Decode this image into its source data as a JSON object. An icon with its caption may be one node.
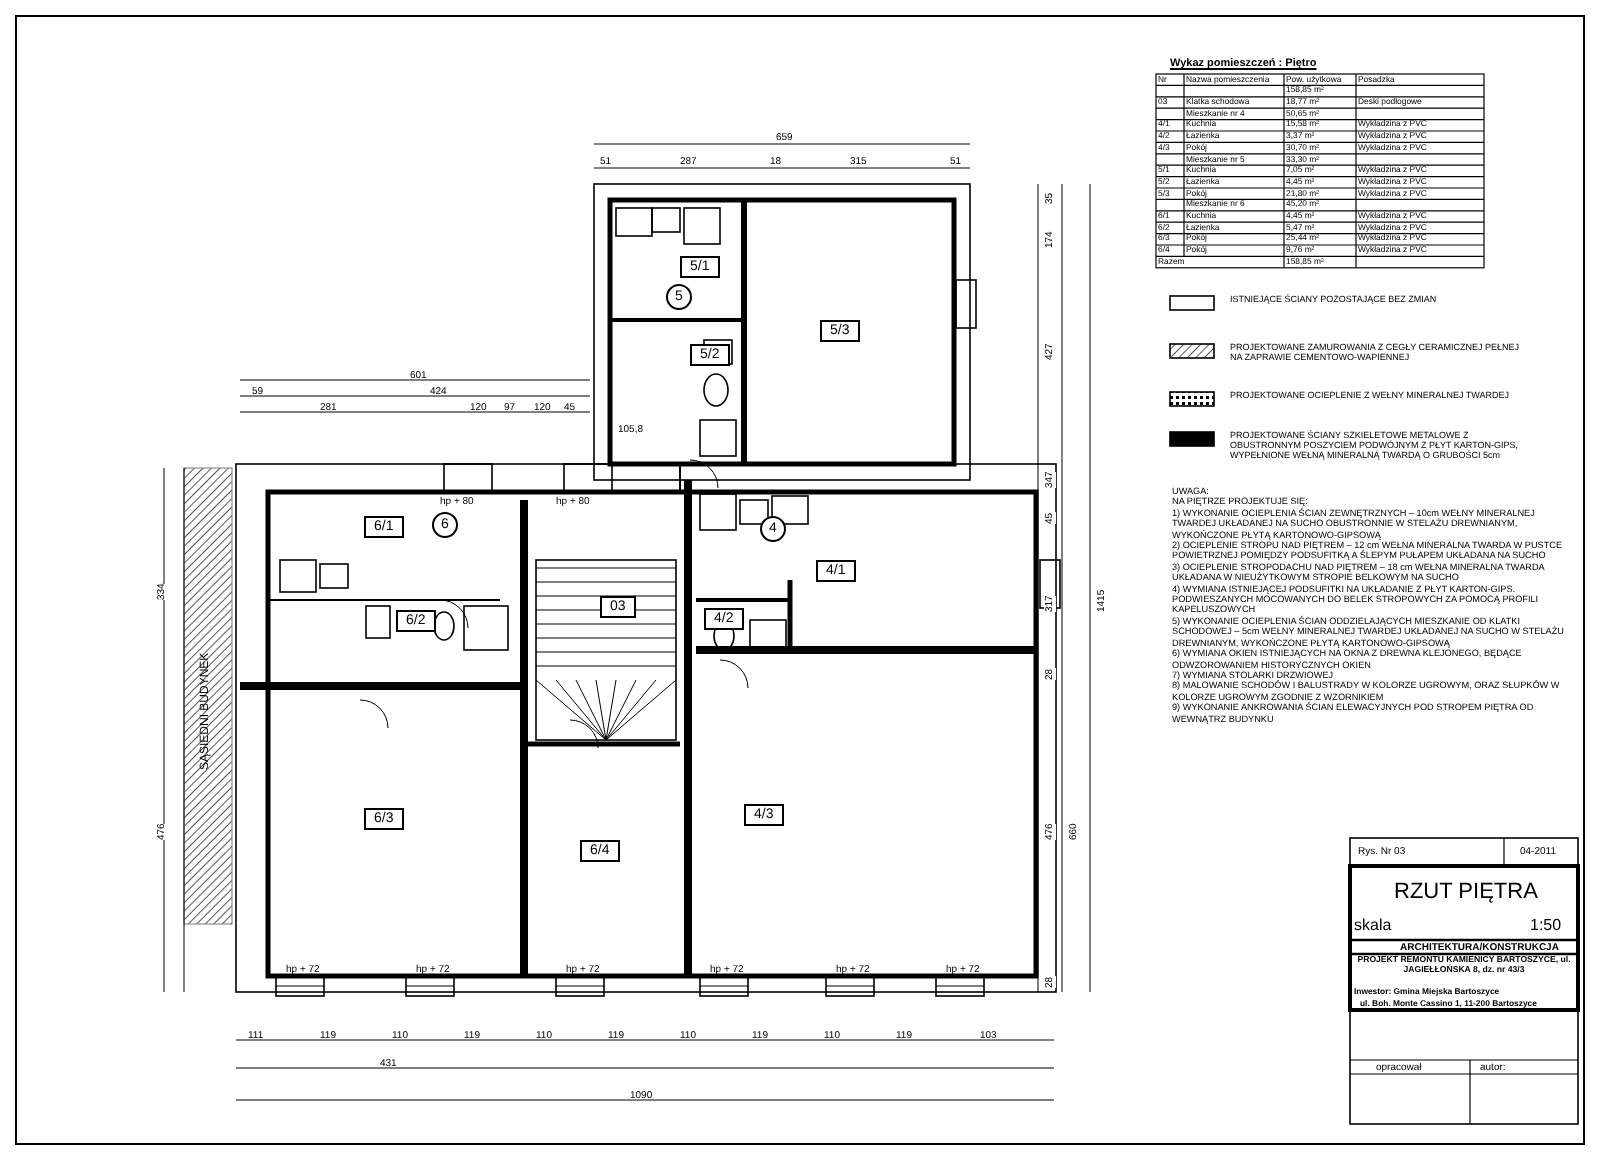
{
  "diagram": {
    "nodes": [
      {
        "text": [
          "5/1"
        ]
      },
      {
        "text": [
          "5"
        ]
      },
      {
        "text": [
          "5/2"
        ]
      },
      {
        "text": [
          "5/3"
        ]
      },
      {
        "text": [
          "6/1"
        ]
      },
      {
        "text": [
          "6"
        ]
      },
      {
        "text": [
          "4"
        ]
      },
      {
        "text": [
          "4/1"
        ]
      },
      {
        "text": [
          "6/2"
        ]
      },
      {
        "text": [
          "03"
        ]
      },
      {
        "text": [
          "4/2"
        ]
      },
      {
        "text": [
          "4/3"
        ]
      },
      {
        "text": [
          "6/3"
        ]
      },
      {
        "text": [
          "6/4"
        ]
      }
    ],
    "labels": [
      "Wykaz pomieszczeń : Piętro",
      "Nr",
      "Nazwa pomieszczenia",
      "Pow. użytkowa",
      "Posadzka",
      "158,85 m²",
      "03",
      "Klatka schodowa",
      "18,77 m²",
      "Deski podłogowe",
      "Mieszkanie nr 4",
      "50,65 m²",
      "4/1",
      "Kuchnia",
      "15,58 m²",
      "Wykładzina z PVC",
      "4/2",
      "Łazienka",
      "3,37 m²",
      "Wykładzina z PVC",
      "4/3",
      "Pokój",
      "30,70 m²",
      "Wykładzina z PVC",
      "Mieszkanie nr 5",
      "33,30 m²",
      "5/1",
      "Kuchnia",
      "7,05 m²",
      "Wykładzina z PVC",
      "5/2",
      "Łazienka",
      "4,45 m²",
      "Wykładzina z PVC",
      "5/3",
      "Pokój",
      "21,80 m²",
      "Wykładzina z PVC",
      "Mieszkanie nr 6",
      "45,20 m²",
      "6/1",
      "Kuchnia",
      "4,45 m²",
      "Wykładzina z PVC",
      "6/2",
      "Łazienka",
      "5,47 m²",
      "Wykładzina z PVC",
      "6/3",
      "Pokój",
      "25,44 m²",
      "Wykładzina z PVC",
      "6/4",
      "Pokój",
      "9,76 m²",
      "Wykładzina z PVC",
      "Razem",
      "158,85 m²",
      "UWAGA:",
      "NA PIĘTRZE PROJEKTUJE SIĘ:",
      "1) WYKONANIE OCIEPLENIA ŚCIAN ZEWNĘTRZNYCH – 10cm WEŁNY MINERALNEJ TWARDEJ UKŁADANEJ NA SUCHO OBUSTRONNIE W STELAŻU DREWNIANYM, WYKOŃCZONE PŁYTĄ KARTONOWO-GIPSOWĄ",
      "2) OCIEPLENIE STROPU NAD PIĘTREM – 12 cm WEŁNA MINERALNA TWARDA W PUSTCE POWIETRZNEJ POMIĘDZY PODSUFITKĄ A ŚLEPYM PUŁAPEM UKŁADANA NA SUCHO",
      "3) OCIEPLENIE STROPODACHU NAD PIĘTREM – 18 cm WEŁNA MINERALNA TWARDA UKŁADANA W NIEUŻYTKOWYM STROPIE BELKOWYM NA SUCHO",
      "4) WYMIANA ISTNIEJĄCEJ PODSUFITKI NA UKŁADANIE Z PŁYT KARTON-GIPS. PODWIESZANYCH MOCOWANYCH DO BELEK STROPOWYCH ZA POMOCĄ PROFILI KAPELUSZOWYCH",
      "5) WYKONANIE OCIEPLENIA ŚCIAN ODDZIELAJĄCYCH MIESZKANIE OD KLATKI SCHODOWEJ – 5cm WEŁNY MINERALNEJ TWARDEJ UKŁADANEJ NA SUCHO W STELAŻU DREWNIANYM, WYKOŃCZONE PŁYTĄ KARTONOWO-GIPSOWĄ",
      "6) WYMIANA OKIEN ISTNIEJĄCYCH NA OKNA Z DREWNA KLEJONEGO, BĘDĄCE ODWZOROWANIEM HISTORYCZNYCH OKIEN",
      "7) WYMIANA STOLARKI DRZWIOWEJ",
      "8) MALOWANIE SCHODÓW I BALUSTRADY W KOLORZE UGROWYM, ORAZ SŁUPKÓW W KOLORZE UGROWYM ZGODNIE Z WZORNIKIEM",
      "9) WYKONANIE ANKROWANIA ŚCIAN ELEWACYJNYCH POD STROPEM PIĘTRA OD WEWNĄTRZ BUDYNKU",
      "Rys. Nr 03",
      "04-2011",
      "RZUT PIĘTRA",
      "skala",
      "1:50",
      "ARCHITEKTURA/KONSTRUKCJA",
      "PROJEKT REMONTU KAMIENICY BARTOSZYCE, ul. JAGIEŁŁOŃSKA 8, dz. nr 43/3",
      "Inwestor: Gmina Miejska Bartoszyce",
      "ul. Boh. Monte Cassino 1, 11-200 Bartoszyce",
      "opracował",
      "autor:",
      "SĄSIEDNI BUDYNEK",
      "hp + 80",
      "hp + 80",
      "hp + 72",
      "hp + 72",
      "hp + 72",
      "hp + 72",
      "hp + 72",
      "hp + 72",
      "659",
      "51",
      "287",
      "18",
      "315",
      "51",
      "601",
      "59",
      "424",
      "281",
      "120",
      "97",
      "120",
      "45",
      "105,8",
      "334",
      "476",
      "35",
      "174",
      "427",
      "347",
      "45",
      "317",
      "28",
      "476",
      "28",
      "660",
      "1415",
      "111",
      "119",
      "110",
      "119",
      "110",
      "119",
      "110",
      "119",
      "110",
      "119",
      "103",
      "431",
      "1090"
    ],
    "legend": [
      {
        "text": "ISTNIEJĄCE ŚCIANY POZOSTAJĄCE BEZ ZMIAN",
        "color": "#ffffff"
      },
      {
        "text": "PROJEKTOWANE ZAMUROWANIA Z CEGŁY CERAMICZNEJ PEŁNEJ NA ZAPRAWIE CEMENTOWO-WAPIENNEJ"
      },
      {
        "text": "PROJEKTOWANE OCIEPLENIE Z WEŁNY MINERALNEJ TWARDEJ"
      },
      {
        "text": "PROJEKTOWANE ŚCIANY SZKIELETOWE METALOWE Z OBUSTRONNYM POSZYCIEM PODWÓJNYM Z PŁYT KARTON-GIPS, WYPEŁNIONE WEŁNĄ MINERALNĄ TWARDĄ O GRUBOŚCI 5cm",
        "color": "#000000"
      }
    ]
  }
}
